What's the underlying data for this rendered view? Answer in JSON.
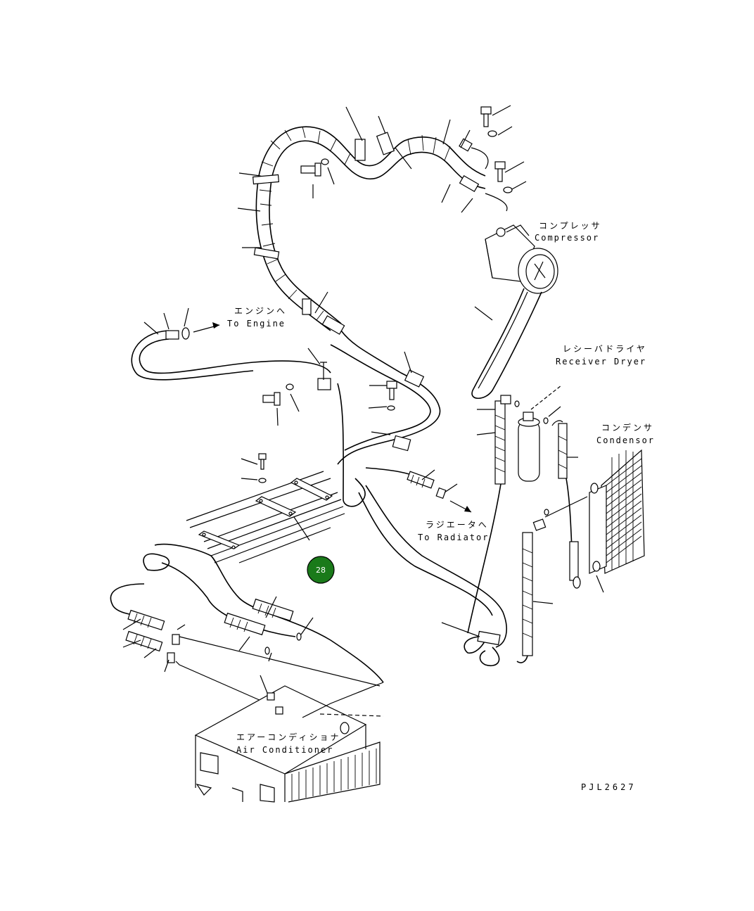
{
  "labels": {
    "compressor": {
      "jp": "コンプレッサ",
      "en": "Compressor"
    },
    "engine": {
      "jp": "エンジンへ",
      "en": "To Engine"
    },
    "receiver": {
      "jp": "レシーバドライヤ",
      "en": "Receiver Dryer"
    },
    "condenser": {
      "jp": "コンデンサ",
      "en": "Condensor"
    },
    "radiator": {
      "jp": "ラジエータへ",
      "en": "To Radiator"
    },
    "aircon": {
      "jp": "エアーコンディショナ",
      "en": "Air Conditioner"
    }
  },
  "callout": {
    "number": "28",
    "color": "#1a7a1a"
  },
  "drawing_code": "PJL2627"
}
